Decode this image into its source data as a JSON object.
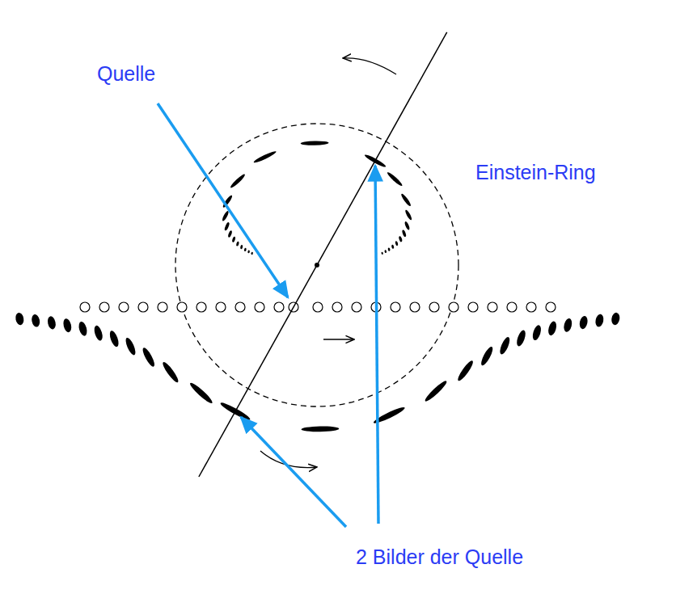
{
  "diagram": {
    "labels": [
      "Quelle",
      "Einstein-Ring",
      "2 Bilder der Quelle"
    ]
  }
}
